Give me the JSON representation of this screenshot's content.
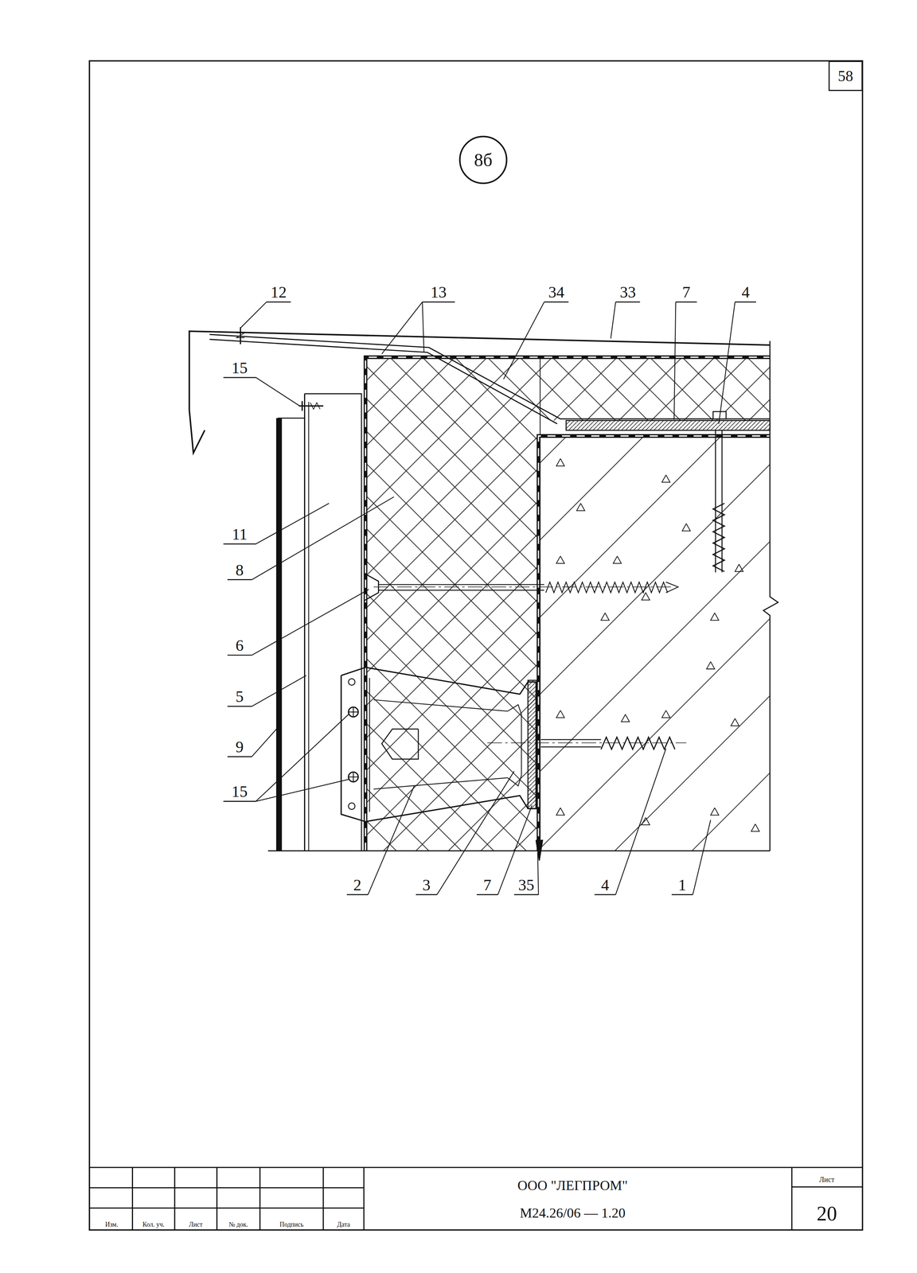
{
  "diagram": {
    "nodes": [
      {
        "text": [
          "8б"
        ]
      },
      {
        "text": [
          "58"
        ]
      }
    ],
    "labels": [
      "12",
      "13",
      "34",
      "33",
      "7",
      "4",
      "15",
      "11",
      "8",
      "6",
      "5",
      "9",
      "15",
      "2",
      "3",
      "7",
      "35",
      "4",
      "1",
      "Изм.",
      "Кол. уч.",
      "Лист",
      "№ док.",
      "Подпись",
      "Дата",
      "ООО \"ЛЕГПРОМ\"",
      "М24.26/06  — 1.20",
      "Лист",
      "20"
    ]
  }
}
